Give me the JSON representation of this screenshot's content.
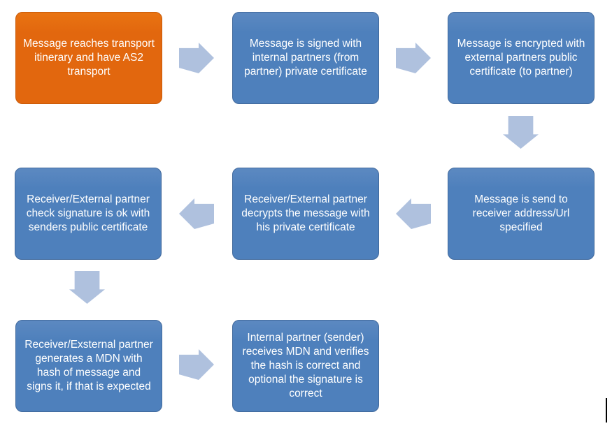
{
  "colors": {
    "background": "#FFFFFF",
    "box_blue": "#4E80BC",
    "box_orange": "#E2670E",
    "arrow": "#AFC1DE",
    "text": "#FFFFFF"
  },
  "flowchart": {
    "steps": [
      {
        "label": "Message reaches transport itinerary and have AS2 transport",
        "style": "orange"
      },
      {
        "label": "Message is signed with internal partners (from partner) private certificate",
        "style": "blue"
      },
      {
        "label": "Message is encrypted with external partners public certificate (to partner)",
        "style": "blue"
      },
      {
        "label": "Message is send to receiver address/Url specified",
        "style": "blue"
      },
      {
        "label": "Receiver/External partner decrypts the message with his private certificate",
        "style": "blue"
      },
      {
        "label": "Receiver/External partner check signature is ok with senders public certificate",
        "style": "blue"
      },
      {
        "label": "Receiver/Exsternal partner generates a MDN with hash of message and signs it, if that is expected",
        "style": "blue"
      },
      {
        "label": "Internal partner (sender) receives MDN and verifies the hash is correct and optional the signature is correct",
        "style": "blue"
      }
    ],
    "arrows": [
      {
        "name": "step1-to-step2",
        "direction": "right"
      },
      {
        "name": "step2-to-step3",
        "direction": "right"
      },
      {
        "name": "step3-to-step4",
        "direction": "down"
      },
      {
        "name": "step4-to-step5",
        "direction": "left"
      },
      {
        "name": "step5-to-step6",
        "direction": "left"
      },
      {
        "name": "step6-to-step7",
        "direction": "down"
      },
      {
        "name": "step7-to-step8",
        "direction": "right"
      }
    ]
  }
}
